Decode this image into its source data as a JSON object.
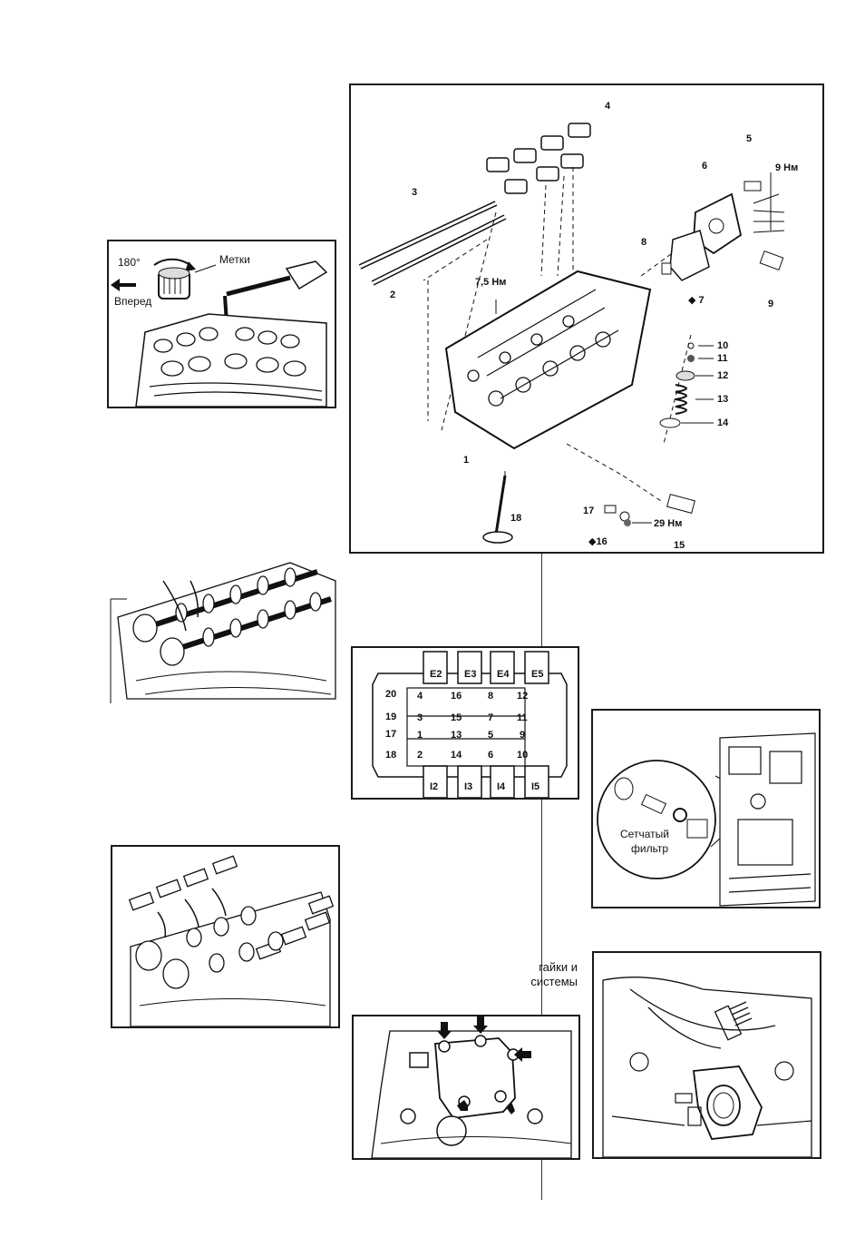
{
  "page_text": {
    "line1": "гайки  и",
    "line2": "системы"
  },
  "fig_rotation": {
    "angle": "180°",
    "marks": "Метки",
    "forward": "Вперед"
  },
  "fig_exploded": {
    "parts": [
      "1",
      "2",
      "3",
      "4",
      "5",
      "6",
      "7",
      "8",
      "9",
      "10",
      "11",
      "12",
      "13",
      "14",
      "15",
      "16",
      "17",
      "18"
    ],
    "part7_label": "◆ 7",
    "part16_label": "◆16",
    "torque_9": "9 Нм",
    "torque_75": "7,5 Нм",
    "torque_29": "29 Нм"
  },
  "fig_bolt_order": {
    "top_caps": [
      "Е2",
      "Е3",
      "Е4",
      "Е5"
    ],
    "bottom_caps": [
      "I2",
      "I3",
      "I4",
      "I5"
    ],
    "bolts": [
      "1",
      "2",
      "3",
      "4",
      "5",
      "6",
      "7",
      "8",
      "9",
      "10",
      "11",
      "12",
      "13",
      "14",
      "15",
      "16",
      "17",
      "18",
      "19",
      "20"
    ]
  },
  "fig_filter": {
    "label_line1": "Сетчатый",
    "label_line2": "фильтр"
  }
}
